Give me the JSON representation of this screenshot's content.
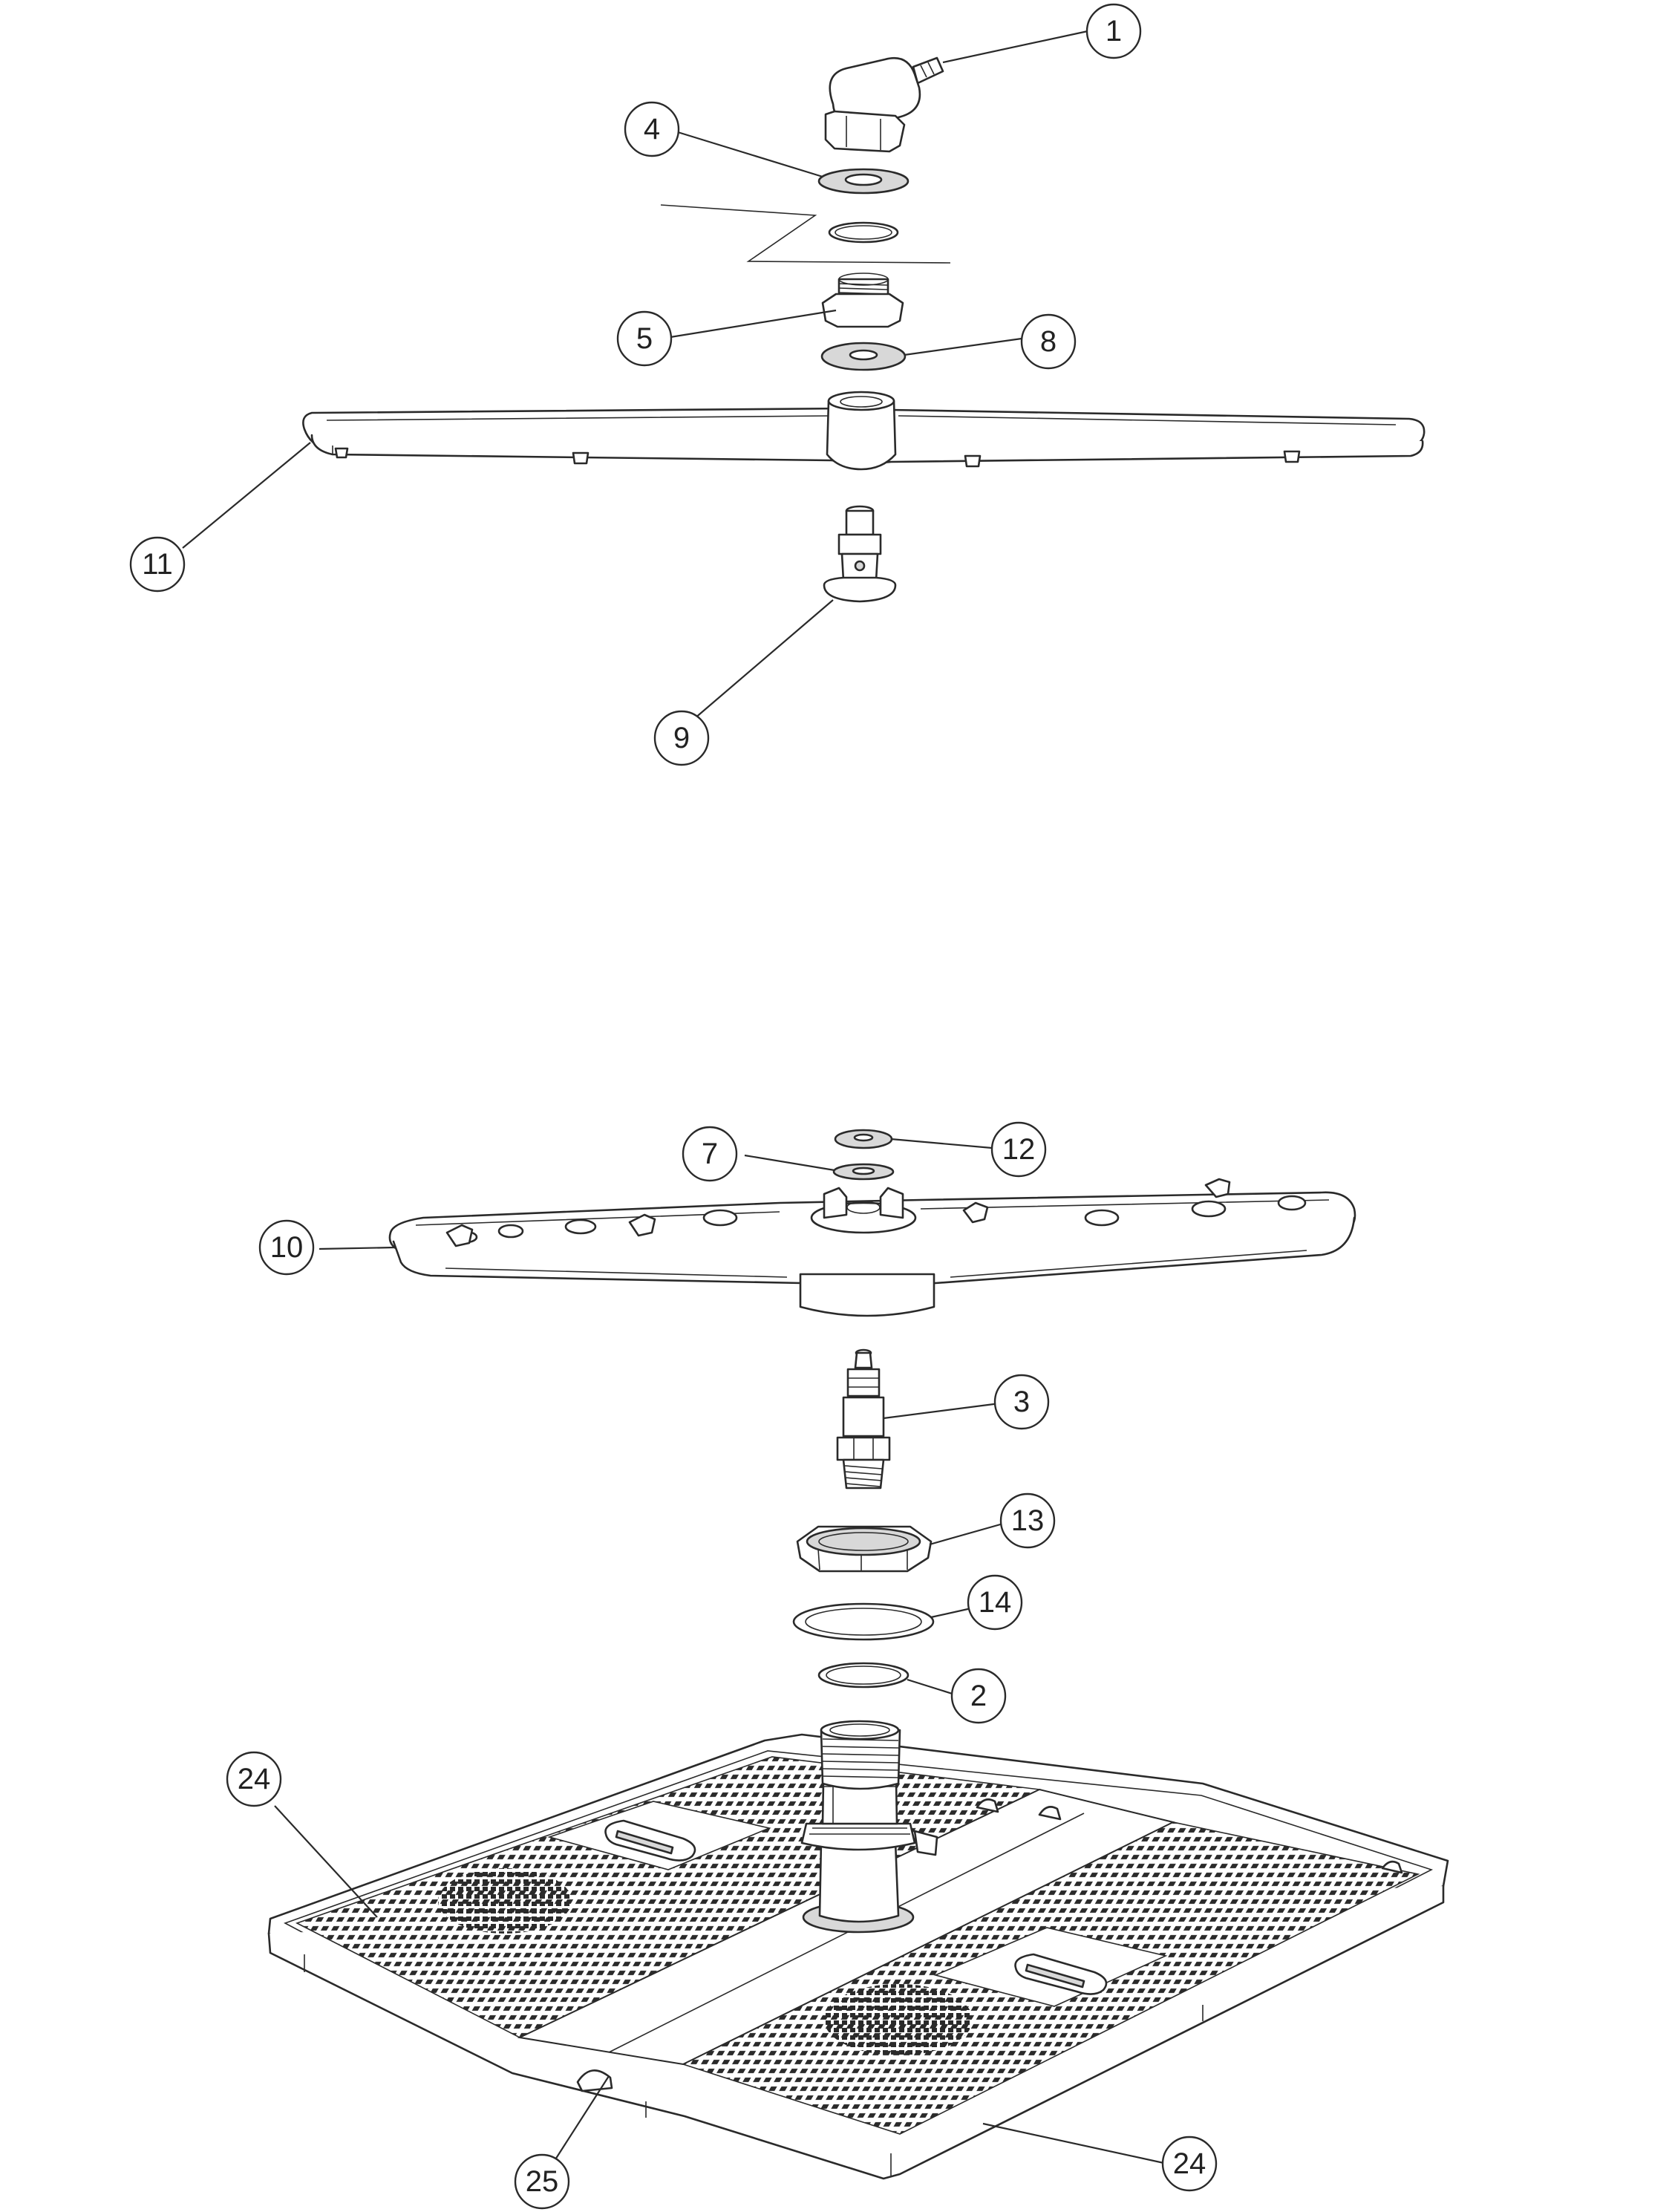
{
  "callouts": [
    {
      "id": "c1",
      "label": "1"
    },
    {
      "id": "c4",
      "label": "4"
    },
    {
      "id": "c5",
      "label": "5"
    },
    {
      "id": "c8",
      "label": "8"
    },
    {
      "id": "c11",
      "label": "11"
    },
    {
      "id": "c9",
      "label": "9"
    },
    {
      "id": "c7",
      "label": "7"
    },
    {
      "id": "c12",
      "label": "12"
    },
    {
      "id": "c10",
      "label": "10"
    },
    {
      "id": "c3",
      "label": "3"
    },
    {
      "id": "c13",
      "label": "13"
    },
    {
      "id": "c14",
      "label": "14"
    },
    {
      "id": "c2",
      "label": "2"
    },
    {
      "id": "c24a",
      "label": "24"
    },
    {
      "id": "c24b",
      "label": "24"
    },
    {
      "id": "c25",
      "label": "25"
    }
  ],
  "colors": {
    "line": "#2a2a2a",
    "fill": "#ffffff",
    "shade": "#d8d8d8"
  }
}
